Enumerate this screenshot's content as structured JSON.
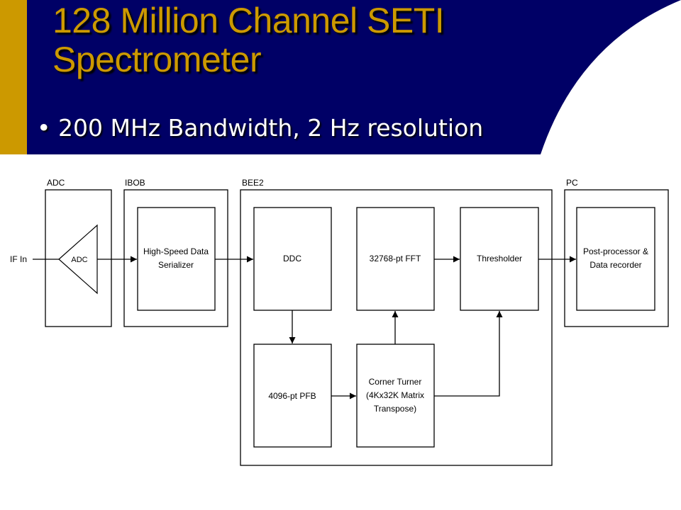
{
  "slide": {
    "title_line1": "128 Million Channel SETI",
    "title_line2": "Spectrometer",
    "bullets": [
      "200 MHz Bandwidth, 2 Hz resolution"
    ]
  },
  "colors": {
    "header_bg": "#000066",
    "accent_gold": "#cc9900",
    "bullet_text": "#ffffff"
  },
  "diagram": {
    "input_label": "IF In",
    "containers": {
      "adc": "ADC",
      "ibob": "IBOB",
      "bee2": "BEE2",
      "pc": "PC"
    },
    "blocks": {
      "adc_amp": "ADC",
      "serializer": [
        "High-Speed Data",
        "Serializer"
      ],
      "ddc": "DDC",
      "fft": "32768-pt FFT",
      "thresholder": "Thresholder",
      "postproc": [
        "Post-processor &",
        "Data recorder"
      ],
      "pfb": "4096-pt PFB",
      "corner": [
        "Corner Turner",
        "(4Kx32K Matrix",
        "Transpose)"
      ]
    }
  }
}
